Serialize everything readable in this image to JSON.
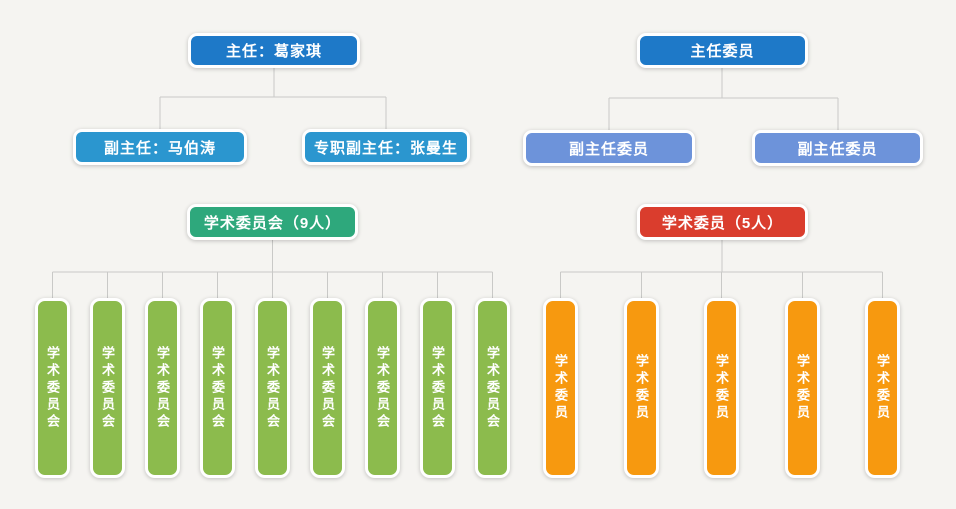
{
  "palette": {
    "background": "#f5f4f1",
    "root_blue": "#1e79c8",
    "deputy_teal": "#2b96cf",
    "deputy_periwinkle": "#6d93da",
    "committee_green_header": "#2ea87c",
    "committee_red_header": "#da3d2d",
    "member_light_green": "#8cbb4d",
    "member_orange": "#f7990f",
    "connector_gray": "#c9c9c7",
    "node_text": "#ffffff"
  },
  "org_left": {
    "root": {
      "label": "主任：葛家琪",
      "color": "#1e79c8"
    },
    "children": [
      {
        "label": "副主任：马伯涛",
        "color": "#2b96cf"
      },
      {
        "label": "专职副主任：张曼生",
        "color": "#2b96cf"
      }
    ]
  },
  "org_right": {
    "root": {
      "label": "主任委员",
      "color": "#1e79c8"
    },
    "children": [
      {
        "label": "副主任委员",
        "color": "#6d93da"
      },
      {
        "label": "副主任委员",
        "color": "#6d93da"
      }
    ]
  },
  "committee9": {
    "header": {
      "label": "学术委员会（9人）",
      "color": "#2ea87c"
    },
    "count": 9,
    "member_label": "学术委员会",
    "member_color": "#8cbb4d"
  },
  "committee5": {
    "header": {
      "label": "学术委员（5人）",
      "color": "#da3d2d"
    },
    "count": 5,
    "member_label": "学术委员",
    "member_color": "#f7990f"
  }
}
